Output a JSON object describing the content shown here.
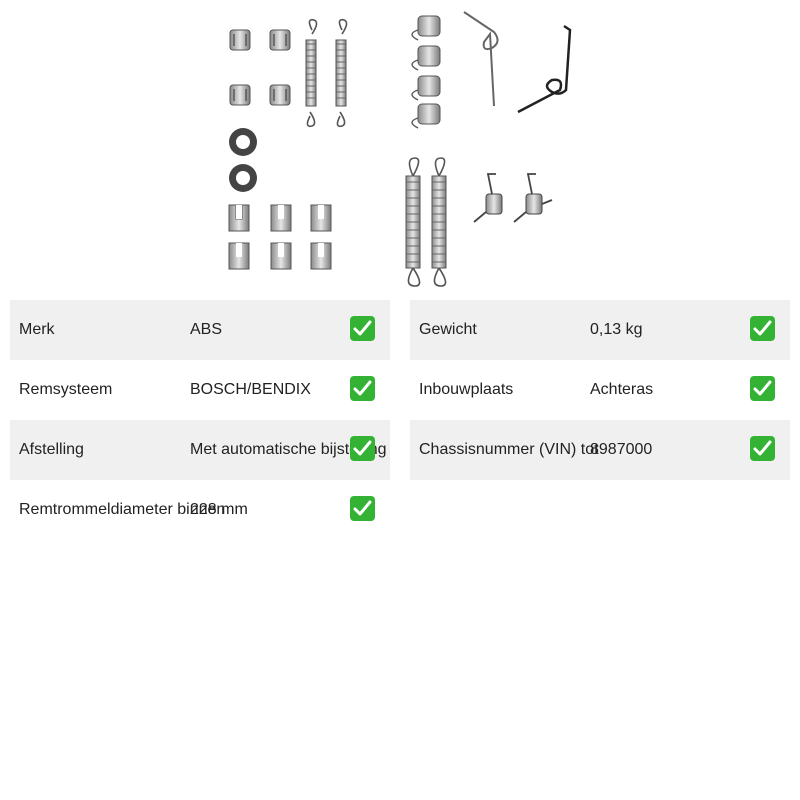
{
  "colors": {
    "row_shade": "#f0f0f0",
    "check_green": "#34b233",
    "text": "#222222"
  },
  "product_image": {
    "icon": "brake-shoe-accessory-kit-image"
  },
  "specs_left": [
    {
      "label": "Merk",
      "value": "ABS"
    },
    {
      "label": "Remsysteem",
      "value": "BOSCH/BENDIX"
    },
    {
      "label": "Afstelling",
      "value": "Met automatische bijstelling"
    },
    {
      "label": "Remtrommeldiameter binnen",
      "value": "228 mm"
    }
  ],
  "specs_right": [
    {
      "label": "Gewicht",
      "value": "0,13 kg"
    },
    {
      "label": "Inbouwplaats",
      "value": "Achteras"
    },
    {
      "label": "Chassisnummer (VIN) tot",
      "value": "8987000"
    }
  ],
  "check_icon": "check-mark-button-icon"
}
